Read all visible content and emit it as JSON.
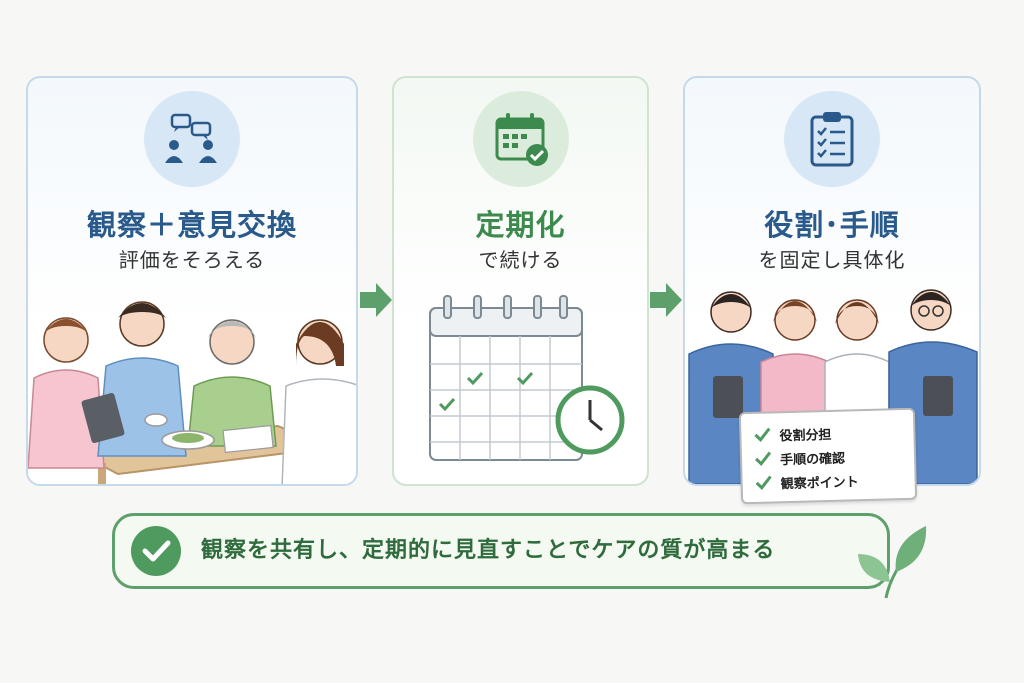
{
  "panels": [
    {
      "title": "観察＋意見交換",
      "subtitle": "評価をそろえる",
      "icon": "people-discussion-icon"
    },
    {
      "title": "定期化",
      "subtitle": "で続ける",
      "icon": "calendar-check-icon"
    },
    {
      "title": "役割･手順",
      "subtitle": "を固定し具体化",
      "icon": "clipboard-checklist-icon"
    }
  ],
  "checklist": {
    "items": [
      "役割分担",
      "手順の確認",
      "観察ポイント"
    ]
  },
  "banner": {
    "text": "観察を共有し、定期的に見直すことでケアの質が高まる"
  },
  "colors": {
    "blue_title": "#2a5a8c",
    "green_title": "#3d8a4e",
    "green_accent": "#4f9a5f",
    "panel_border_blue": "#c6d9ea",
    "panel_border_green": "#cfe3cf"
  }
}
